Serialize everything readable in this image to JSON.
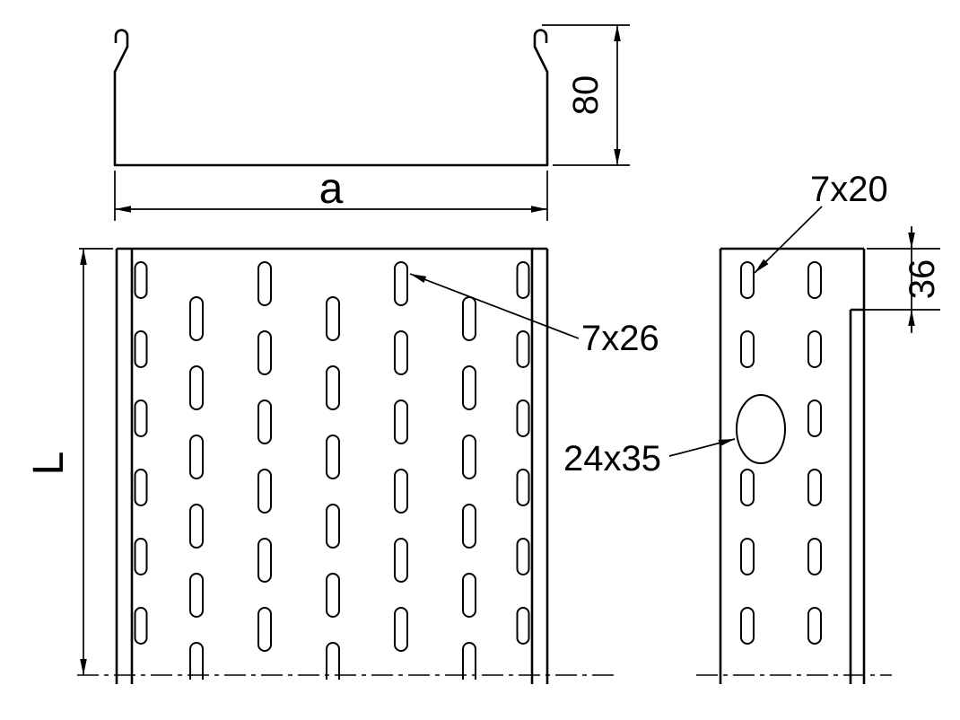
{
  "drawing": {
    "colors": {
      "line": "#000000",
      "background": "#ffffff"
    },
    "section_view": {
      "width_label": "a",
      "height_label": "80"
    },
    "plan_view": {
      "length_label": "L",
      "slot_callout": "7x26"
    },
    "side_view": {
      "slot_callout": "7x20",
      "oval_callout": "24x35",
      "flange_height_label": "36"
    }
  }
}
